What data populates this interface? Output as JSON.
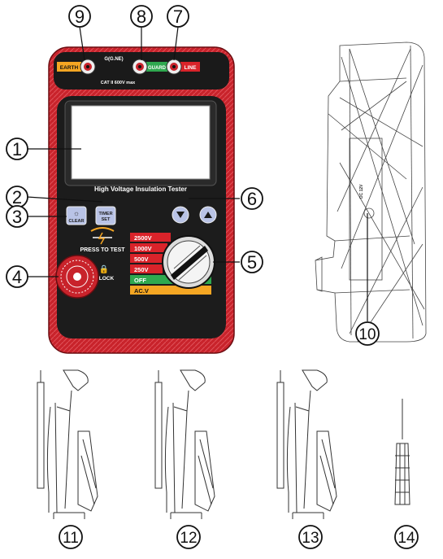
{
  "callouts": {
    "c1": "1",
    "c2": "2",
    "c3": "3",
    "c4": "4",
    "c5": "5",
    "c6": "6",
    "c7": "7",
    "c8": "8",
    "c9": "9",
    "c10": "10",
    "c11": "11",
    "c12": "12",
    "c13": "13",
    "c14": "14"
  },
  "terminals": {
    "earth": "EARTH",
    "guard": "GUARD",
    "line": "LINE",
    "top_note": "G(G.NE)",
    "rating": "CAT II   600V max"
  },
  "device": {
    "screen_caption": "High Voltage Insulation Tester",
    "clear_label": "CLEAR",
    "timer_label_1": "TIMER",
    "timer_label_2": "SET",
    "press_to_test": "PRESS TO TEST",
    "lock": "LOCK"
  },
  "ranges": [
    {
      "label": "2500V",
      "color": "#d9232a"
    },
    {
      "label": "1000V",
      "color": "#d9232a"
    },
    {
      "label": "500V",
      "color": "#d9232a"
    },
    {
      "label": "250V",
      "color": "#d9232a"
    },
    {
      "label": "OFF",
      "color": "#2fa84f"
    },
    {
      "label": "AC.V",
      "color": "#f5a623"
    }
  ],
  "side": {
    "dc_label": "DC 12V"
  },
  "colors": {
    "case_red": "#c8232b",
    "panel_black": "#1a1a1a",
    "button_blue": "#b9c3e6"
  }
}
